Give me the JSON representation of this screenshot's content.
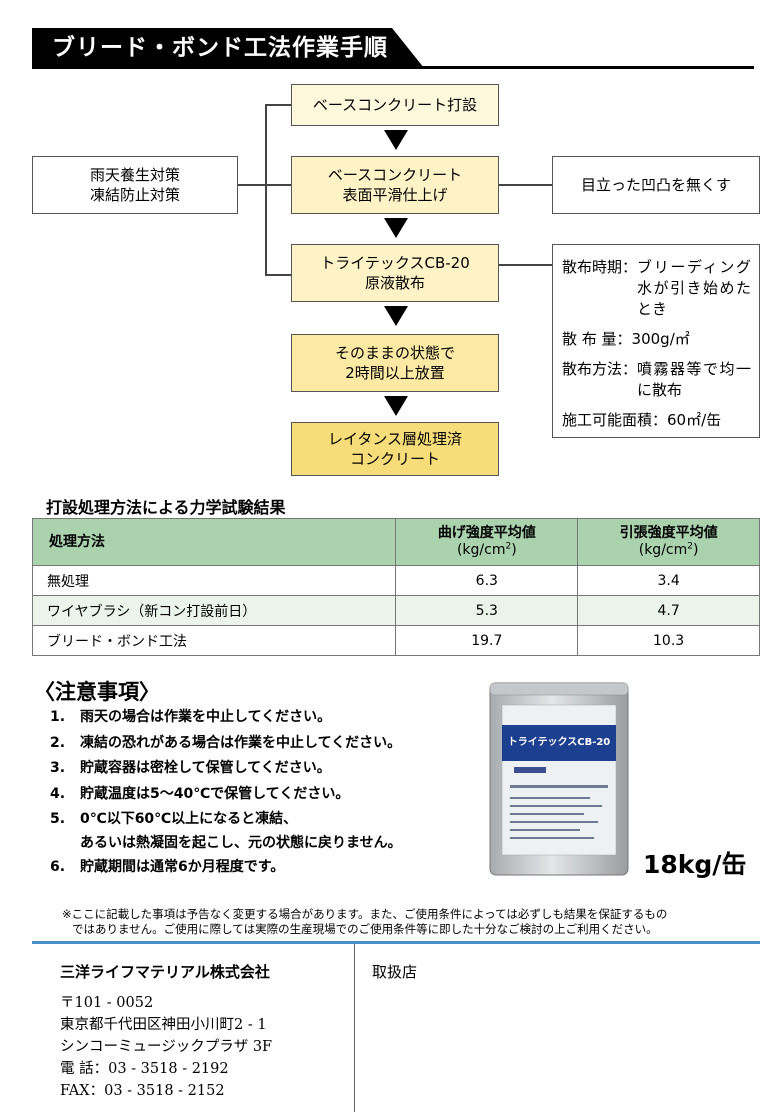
{
  "header": {
    "title": "ブリード・ボンド工法作業手順"
  },
  "flow": {
    "steps": [
      {
        "lines": [
          "ベースコンクリート打設"
        ]
      },
      {
        "lines": [
          "ベースコンクリート",
          "表面平滑仕上げ"
        ]
      },
      {
        "lines": [
          "トライテックスCB-20",
          "原液散布"
        ]
      },
      {
        "lines": [
          "そのままの状態で",
          "2時間以上放置"
        ]
      },
      {
        "lines": [
          "レイタンス層処理済",
          "コンクリート"
        ]
      }
    ],
    "left_box": {
      "lines": [
        "雨天養生対策",
        "凍結防止対策"
      ]
    },
    "right_note": "目立った凹凸を無くす",
    "spec": [
      {
        "key": "散布時期：",
        "value": "ブリーディング水が引き始めたとき"
      },
      {
        "key": "散 布 量：",
        "value": "300g/㎡"
      },
      {
        "key": "散布方法：",
        "value": "噴霧器等で均一に散布"
      },
      {
        "key": "施工可能面積：",
        "value": "60㎡/缶"
      }
    ]
  },
  "table": {
    "title": "打設処理方法による力学試験結果",
    "headers": {
      "method": "処理方法",
      "bend": "曲げ強度平均値",
      "tensile": "引張強度平均値",
      "unit_pre": "(kg/cm",
      "unit_sup": "2",
      "unit_post": ")"
    },
    "rows": [
      {
        "method": "無処理",
        "bend": "6.3",
        "tensile": "3.4"
      },
      {
        "method": "ワイヤブラシ（新コン打設前日）",
        "bend": "5.3",
        "tensile": "4.7"
      },
      {
        "method": "ブリード・ボンド工法",
        "bend": "19.7",
        "tensile": "10.3"
      }
    ]
  },
  "cautions": {
    "title": "〈注意事項〉",
    "items": [
      {
        "num": "1.",
        "lines": [
          "雨天の場合は作業を中止してください。"
        ]
      },
      {
        "num": "2.",
        "lines": [
          "凍結の恐れがある場合は作業を中止してください。"
        ]
      },
      {
        "num": "3.",
        "lines": [
          "貯蔵容器は密栓して保管してください。"
        ]
      },
      {
        "num": "4.",
        "lines": [
          "貯蔵温度は5～40℃で保管してください。"
        ]
      },
      {
        "num": "5.",
        "lines": [
          "0℃以下60℃以上になると凍結、",
          "あるいは熱凝固を起こし、元の状態に戻りません。"
        ]
      },
      {
        "num": "6.",
        "lines": [
          "貯蔵期間は通常6か月程度です。"
        ]
      }
    ]
  },
  "product": {
    "can_label": "トライテックスCB-20",
    "package": "18kg/缶"
  },
  "notice": [
    "※ここに記載した事項は予告なく変更する場合があります。また、ご使用条件によっては必ずしも結果を保証するもの",
    "ではありません。ご使用に際しては実際の生産現場でのご使用条件等に即した十分なご検討の上ご利用ください。"
  ],
  "company": {
    "name": "三洋ライフマテリアル株式会社",
    "address_lines": [
      "〒101 - 0052",
      "東京都千代田区神田小川町2 - 1",
      "シンコーミュージックプラザ 3F",
      "電 話：03 - 3518 - 2192",
      "FAX：03 - 3518 - 2152"
    ]
  },
  "dealer": {
    "label": "取扱店"
  }
}
